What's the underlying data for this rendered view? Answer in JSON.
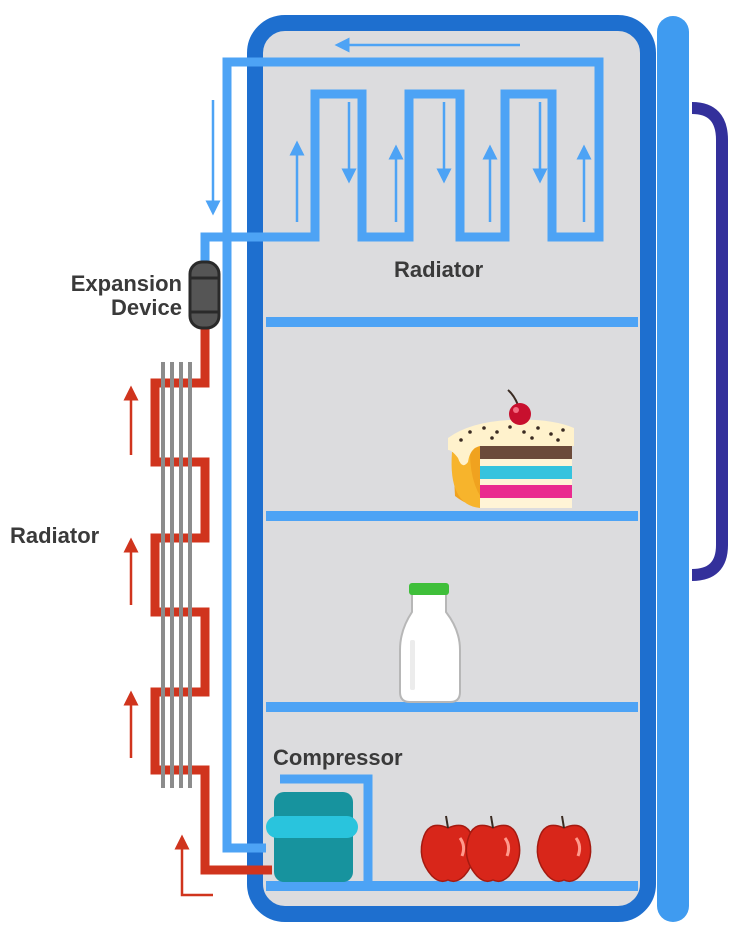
{
  "labels": {
    "expansion_device_line1": "Expansion",
    "expansion_device_line2": "Device",
    "radiator_top": "Radiator",
    "radiator_left": "Radiator",
    "compressor": "Compressor"
  },
  "colors": {
    "fridge_frame": "#1e6fcf",
    "fridge_interior": "#dcdcde",
    "door": "#3f9bf0",
    "handle": "#33309b",
    "cold_pipe": "#4da3f5",
    "hot_pipe": "#d0341d",
    "condenser_fins": "#8c8c8c",
    "compressor_body": "#17939e",
    "compressor_band": "#29c4dd",
    "expansion_device": "#555555",
    "apple": "#d8261a"
  },
  "icons": [
    "cake-slice-icon",
    "milk-bottle-icon",
    "apple-icon",
    "flow-arrow-icon"
  ]
}
